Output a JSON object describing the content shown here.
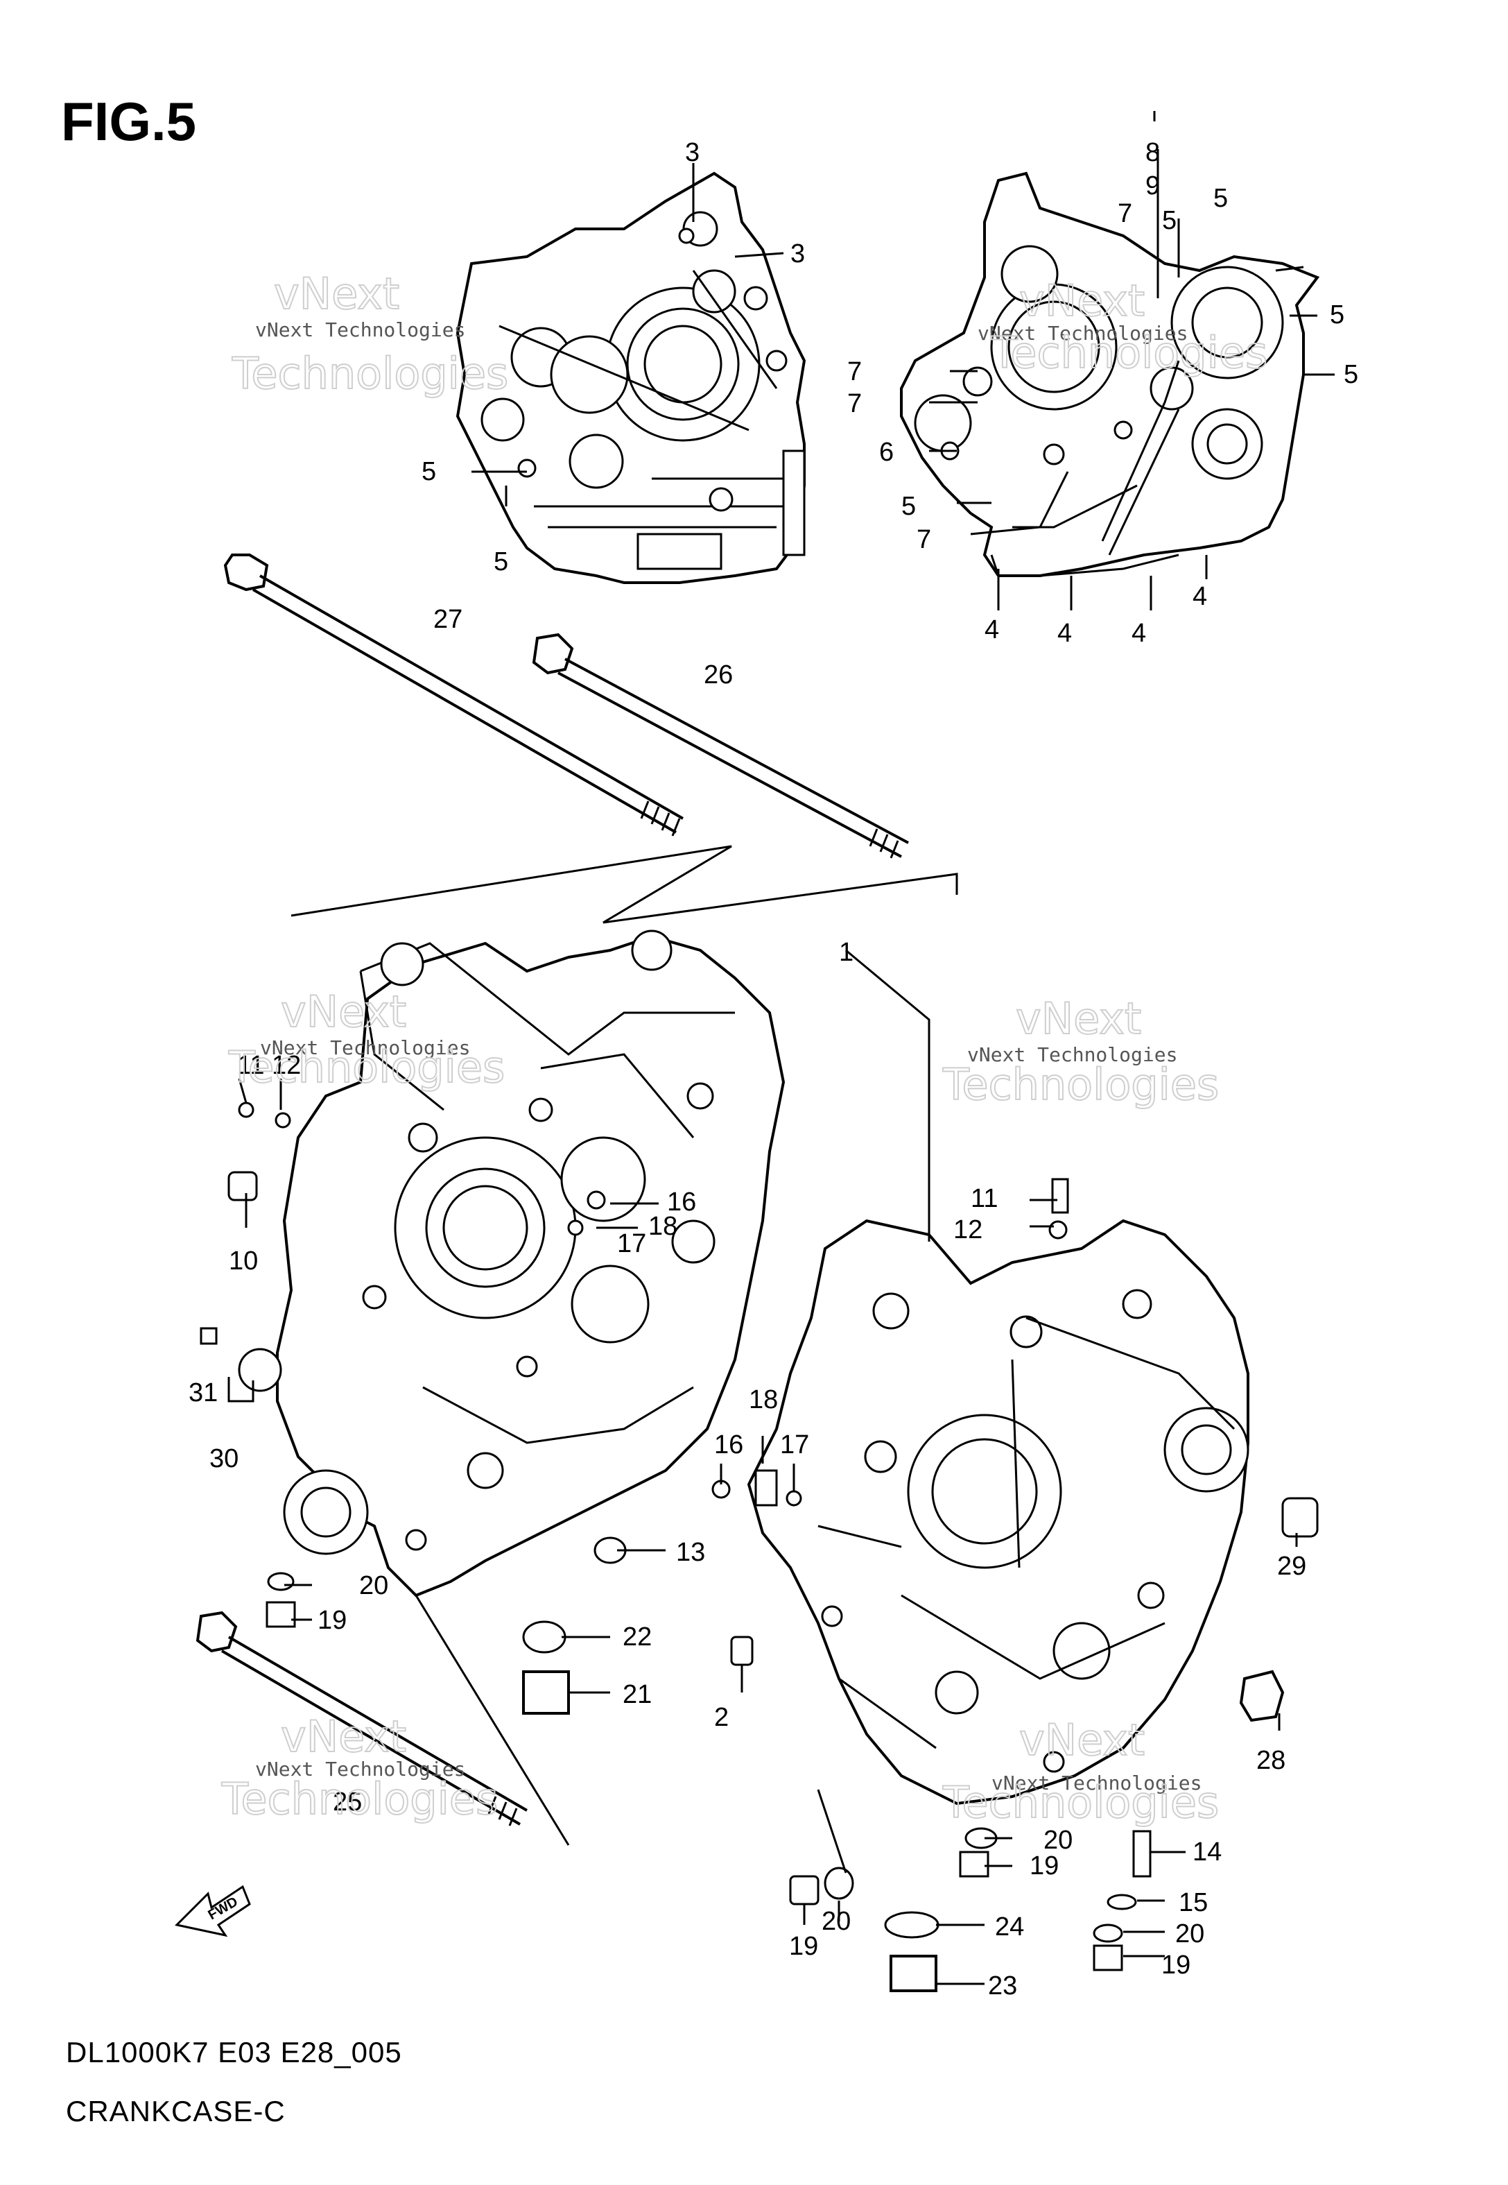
{
  "figure": {
    "title": "FIG.5",
    "code": "DL1000K7 E03 E28_005",
    "name": "CRANKCASE-C",
    "fwd_label": "FWD"
  },
  "watermark": {
    "line1": "vNext Technologies",
    "line2": "vNext",
    "line3": "Technologies"
  },
  "callouts": [
    "1",
    "2",
    "3",
    "4",
    "5",
    "6",
    "7",
    "8",
    "9",
    "10",
    "11",
    "12",
    "13",
    "14",
    "15",
    "16",
    "17",
    "18",
    "19",
    "20",
    "21",
    "22",
    "23",
    "24",
    "25",
    "26",
    "27",
    "28",
    "29",
    "30",
    "31"
  ]
}
